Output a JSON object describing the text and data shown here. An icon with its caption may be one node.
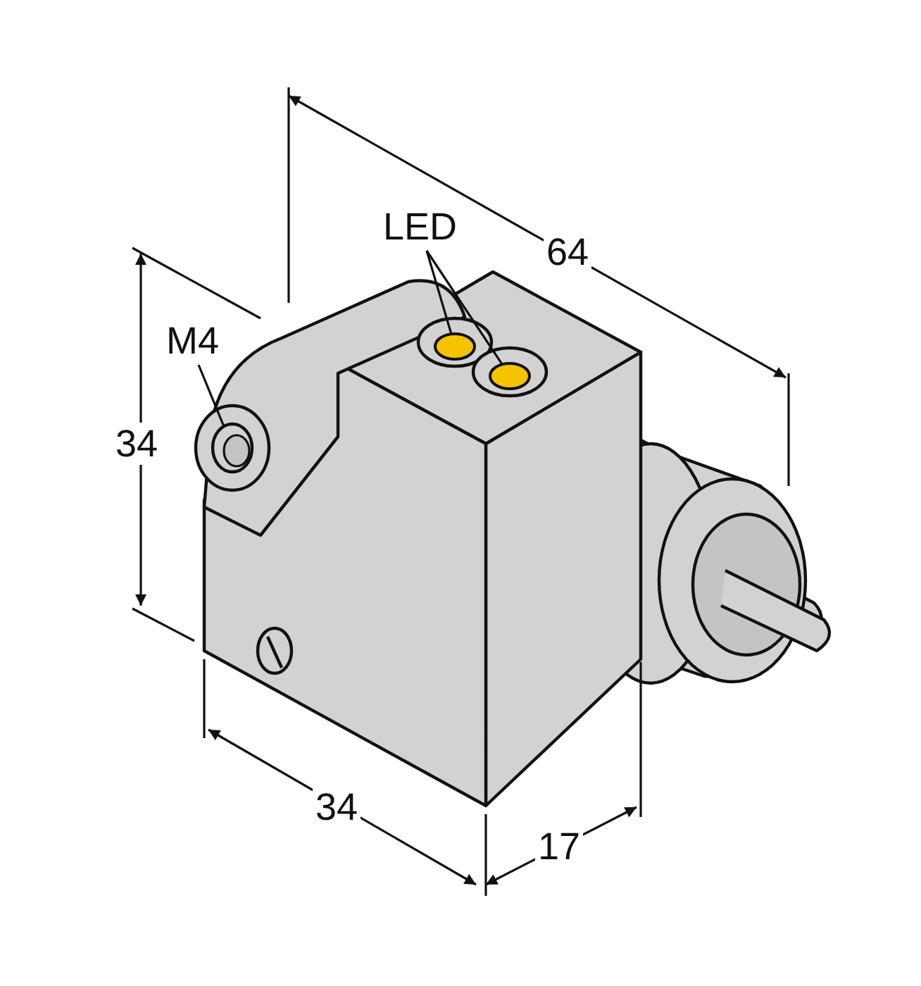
{
  "diagram": {
    "nodes": [
      {
        "text": [
          "LED"
        ]
      },
      {
        "text": [],
        "shape": "circle"
      },
      {
        "text": [],
        "shape": "circle"
      },
      {
        "text": [
          "M4"
        ]
      },
      {
        "text": [],
        "shape": "circle"
      }
    ],
    "edges": [
      {
        "from": 0,
        "to": 1,
        "arrow": "none"
      },
      {
        "from": 0,
        "to": 2,
        "arrow": "none"
      },
      {
        "from": 3,
        "to": 4,
        "arrow": "none"
      }
    ],
    "labels": [
      "64",
      "34",
      "34",
      "17"
    ]
  }
}
